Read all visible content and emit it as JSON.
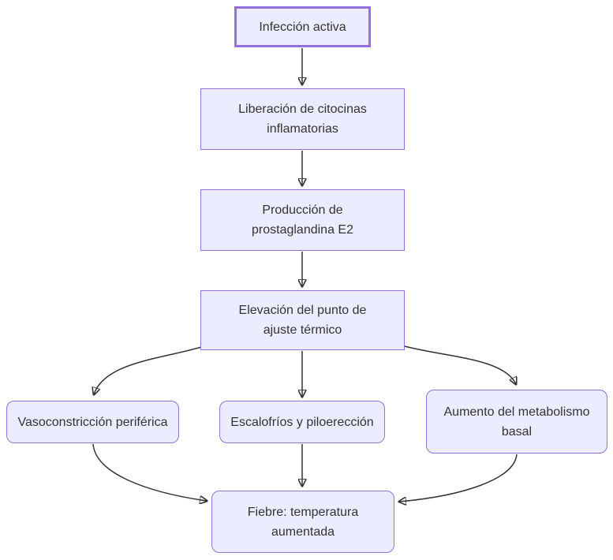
{
  "diagram": {
    "type": "flowchart",
    "direction": "top-down",
    "colors": {
      "node_fill": "#ECECFF",
      "node_border": "#9370DB",
      "edge_line": "#333333",
      "text": "#333333",
      "background": "#FFFFFF"
    },
    "nodes": [
      {
        "id": "infeccion-activa",
        "label": "Infección activa",
        "shape": "rectangle-bold-border"
      },
      {
        "id": "liberacion-citocinas",
        "label": "Liberación de citocinas\ninflamatorias",
        "shape": "rectangle"
      },
      {
        "id": "produccion-pge2",
        "label": "Producción de\nprostaglandina E2",
        "shape": "rectangle"
      },
      {
        "id": "elevacion-punto-ajuste",
        "label": "Elevación del punto de\najuste térmico",
        "shape": "rectangle"
      },
      {
        "id": "vasoconstriccion-periferica",
        "label": "Vasoconstricción periférica",
        "shape": "rounded-rectangle"
      },
      {
        "id": "escalofrios-piloereccion",
        "label": "Escalofríos y piloerección",
        "shape": "rounded-rectangle"
      },
      {
        "id": "aumento-metabolismo",
        "label": "Aumento del metabolismo\nbasal",
        "shape": "rounded-rectangle"
      },
      {
        "id": "fiebre",
        "label": "Fiebre: temperatura\naumentada",
        "shape": "rounded-rectangle"
      }
    ],
    "edges": [
      {
        "from": "infeccion-activa",
        "to": "liberacion-citocinas"
      },
      {
        "from": "liberacion-citocinas",
        "to": "produccion-pge2"
      },
      {
        "from": "produccion-pge2",
        "to": "elevacion-punto-ajuste"
      },
      {
        "from": "elevacion-punto-ajuste",
        "to": "vasoconstriccion-periferica"
      },
      {
        "from": "elevacion-punto-ajuste",
        "to": "escalofrios-piloereccion"
      },
      {
        "from": "elevacion-punto-ajuste",
        "to": "aumento-metabolismo"
      },
      {
        "from": "vasoconstriccion-periferica",
        "to": "fiebre"
      },
      {
        "from": "escalofrios-piloereccion",
        "to": "fiebre"
      },
      {
        "from": "aumento-metabolismo",
        "to": "fiebre"
      }
    ]
  }
}
